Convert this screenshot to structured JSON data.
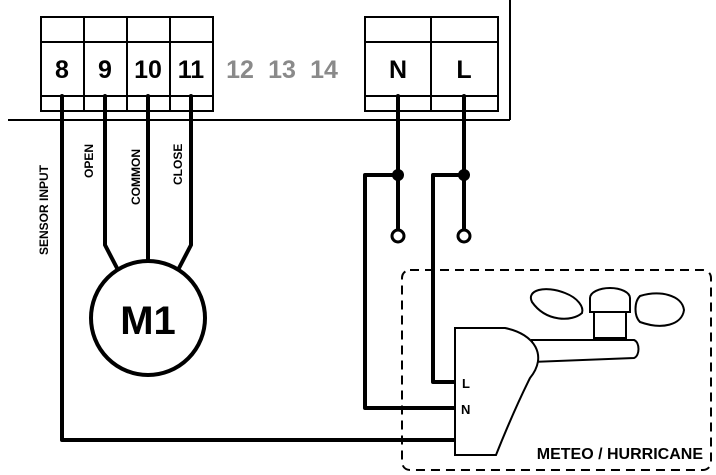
{
  "terminals": {
    "t8": "8",
    "t9": "9",
    "t10": "10",
    "t11": "11",
    "t12": "12",
    "t13": "13",
    "t14": "14",
    "tN": "N",
    "tL": "L"
  },
  "wire_labels": {
    "sensor_input": "SENSOR INPUT",
    "open": "OPEN",
    "common": "COMMON",
    "close": "CLOSE"
  },
  "motor": {
    "label": "M1"
  },
  "sensor": {
    "term_l": "L",
    "term_n": "N",
    "name": "METEO / HURRICANE"
  },
  "colors": {
    "line": "#000000",
    "inactive_terminal": "#8a8a8a"
  }
}
